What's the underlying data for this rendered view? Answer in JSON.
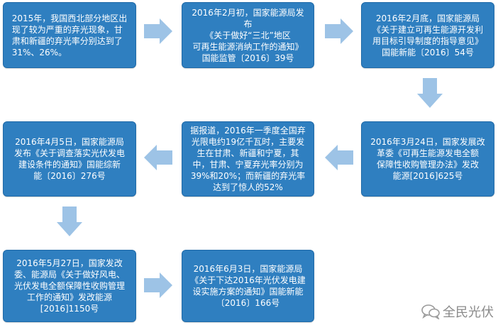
{
  "boxes": [
    {
      "text": "2015年，我国西北部分地区出\n现了较为严重的弃光现象，甘\n肃和新疆的弃光率分别达到了\n31%、26%。"
    },
    {
      "text": "2016年2月初，国家能源局发布\n《关于做好“三北”地区\n可再生能源消纳工作的通知》\n国能监管〔2016〕39号"
    },
    {
      "text": "2016年2月底，国家能源局\n《关于建立可再生能源开发利\n用目标引导制度的指导意见》\n国能新能〔2016〕54号"
    },
    {
      "text": "2016年3月24日，国家发展改\n革委《可再生能源发电全额\n保障性收购管理办法》发改\n能源[2016]625号"
    },
    {
      "text": "据报道，2016年一季度全国弃\n光限电约19亿千瓦时，主要发\n生在甘肃、新疆和宁夏，其\n中，甘肃、宁夏弃光率分别为\n39%和20%；而新疆的弃光率\n达到了惊人的52%"
    },
    {
      "text": "2016年4月5日，国家能源局\n发布《关于调查落实光伏发电\n建设条件的通知》国能综新\n能〔2016〕276号"
    },
    {
      "text": "2016年5月27日，国家发改\n委、能源局《关于做好风电、\n光伏发电全额保障性收购管理\n工作的通知》发改能源\n[2016]1150号"
    },
    {
      "text": "2016年6月3日，国家能源局\n《关于下达2016年光伏发电建\n设实施方案的通知》国能新能\n〔2016〕166号"
    }
  ],
  "watermark": {
    "text": "全民光伏",
    "icon": "wechat-icon"
  },
  "colors": {
    "box": "#2f7fc0",
    "arrow": "#9dc3e6",
    "text": "#ffffff"
  }
}
